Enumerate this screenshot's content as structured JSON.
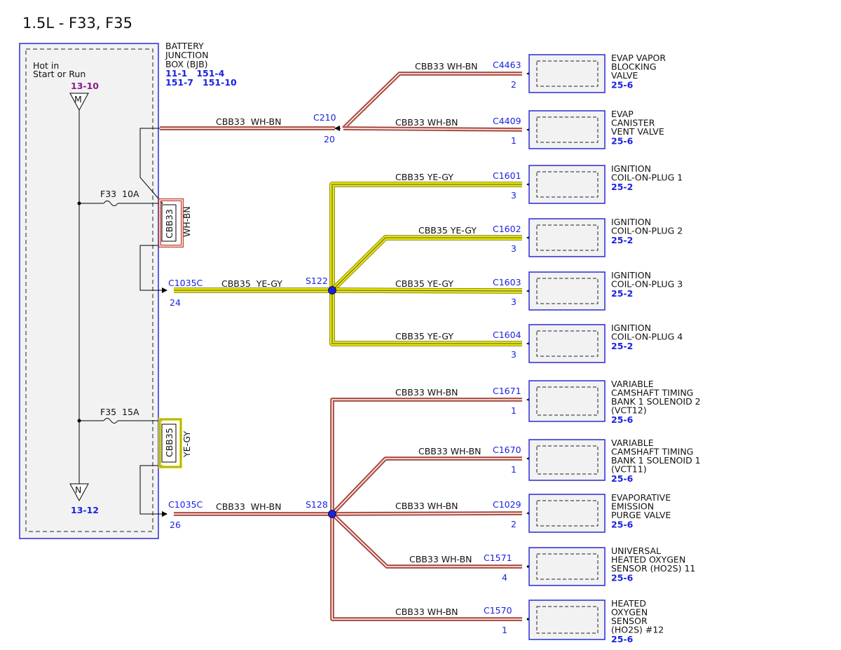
{
  "title": "1.5L - F33, F35",
  "colors": {
    "wire_wh_bn": "#c0392b",
    "wire_ye_gy": "#e6e600",
    "outline": "#2a2ad6",
    "splice": "#1a22e0",
    "pin_purple": "#8b1a8b"
  },
  "bjb": {
    "label_lines": [
      "BATTERY",
      "JUNCTION",
      "BOX (BJB)"
    ],
    "refs_line1": "11-1   151-4",
    "refs_line2": "151-7   151-10",
    "hot_line1": "Hot in",
    "hot_line2": "Start or Run",
    "top_ref": "13-10",
    "top_marker": "M",
    "bottom_ref": "13-12",
    "bottom_marker": "N",
    "fuse1": "F33  10A",
    "fuse2": "F35  15A",
    "tag1_circuit": "CBB33",
    "tag1_color": "WH-BN",
    "tag2_circuit": "CBB35",
    "tag2_color": "YE-GY"
  },
  "connectors": {
    "c210": "C210",
    "c210_pin": "20",
    "c1035c_top": "C1035C",
    "c1035c_top_pin": "24",
    "c1035c_bottom": "C1035C",
    "c1035c_bottom_pin": "26"
  },
  "splices": {
    "s122": "S122",
    "s128": "S128"
  },
  "main_wires": {
    "bjb_to_c210": "CBB33  WH-BN",
    "bjb_to_s122": "CBB35  YE-GY",
    "bjb_to_s128": "CBB33  WH-BN"
  },
  "components": [
    {
      "wire": "CBB33  WH-BN",
      "connector": "C4463",
      "pin": "2",
      "name": [
        "EVAP VAPOR",
        "BLOCKING",
        "VALVE"
      ],
      "ref": "25-6"
    },
    {
      "wire": "CBB33  WH-BN",
      "connector": "C4409",
      "pin": "1",
      "name": [
        "EVAP",
        "CANISTER",
        "VENT VALVE"
      ],
      "ref": "25-6"
    },
    {
      "wire": "CBB35  YE-GY",
      "connector": "C1601",
      "pin": "3",
      "name": [
        "IGNITION",
        "COIL-ON-PLUG 1"
      ],
      "ref": "25-2"
    },
    {
      "wire": "CBB35  YE-GY",
      "connector": "C1602",
      "pin": "3",
      "name": [
        "IGNITION",
        "COIL-ON-PLUG 2"
      ],
      "ref": "25-2"
    },
    {
      "wire": "CBB35  YE-GY",
      "connector": "C1603",
      "pin": "3",
      "name": [
        "IGNITION",
        "COIL-ON-PLUG 3"
      ],
      "ref": "25-2"
    },
    {
      "wire": "CBB35  YE-GY",
      "connector": "C1604",
      "pin": "3",
      "name": [
        "IGNITION",
        "COIL-ON-PLUG 4"
      ],
      "ref": "25-2"
    },
    {
      "wire": "CBB33  WH-BN",
      "connector": "C1671",
      "pin": "1",
      "name": [
        "VARIABLE",
        "CAMSHAFT TIMING",
        "BANK 1 SOLENOID 2",
        "(VCT12)"
      ],
      "ref": "25-6"
    },
    {
      "wire": "CBB33  WH-BN",
      "connector": "C1670",
      "pin": "1",
      "name": [
        "VARIABLE",
        "CAMSHAFT TIMING",
        "BANK 1 SOLENOID 1",
        "(VCT11)"
      ],
      "ref": "25-6"
    },
    {
      "wire": "CBB33  WH-BN",
      "connector": "C1029",
      "pin": "2",
      "name": [
        "EVAPORATIVE",
        "EMISSION",
        "PURGE VALVE"
      ],
      "ref": "25-6"
    },
    {
      "wire": "CBB33  WH-BN",
      "connector": "C1571",
      "pin": "4",
      "name": [
        "UNIVERSAL",
        "HEATED OXYGEN",
        "SENSOR (HO2S) 11"
      ],
      "ref": "25-6"
    },
    {
      "wire": "CBB33  WH-BN",
      "connector": "C1570",
      "pin": "1",
      "name": [
        "HEATED",
        "OXYGEN",
        "SENSOR",
        "(HO2S) #12"
      ],
      "ref": "25-6"
    }
  ]
}
